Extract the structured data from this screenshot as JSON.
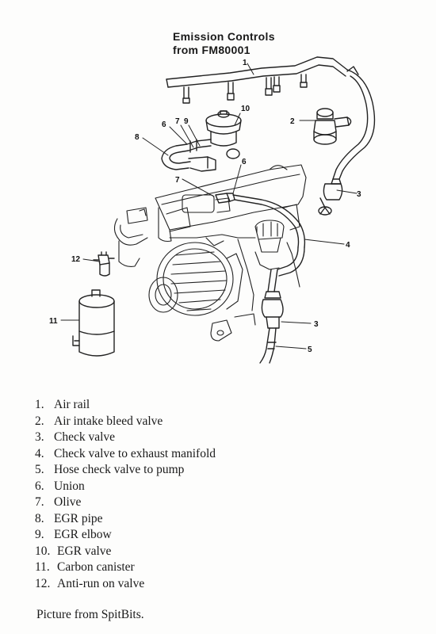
{
  "title": {
    "line1": "Emission Controls",
    "line2": "from FM80001"
  },
  "callouts": [
    "1",
    "2",
    "3",
    "4",
    "3",
    "5",
    "6",
    "6",
    "7",
    "7",
    "9",
    "8",
    "10",
    "11",
    "12"
  ],
  "legend": [
    {
      "num": "1.",
      "label": "Air rail"
    },
    {
      "num": "2.",
      "label": "Air intake bleed valve"
    },
    {
      "num": "3.",
      "label": "Check valve"
    },
    {
      "num": "4.",
      "label": "Check valve to exhaust manifold"
    },
    {
      "num": "5.",
      "label": "Hose check valve to pump"
    },
    {
      "num": "6.",
      "label": "Union"
    },
    {
      "num": "7.",
      "label": "Olive"
    },
    {
      "num": "8.",
      "label": "EGR pipe"
    },
    {
      "num": "9.",
      "label": "EGR elbow"
    },
    {
      "num": "10.",
      "label": "EGR valve"
    },
    {
      "num": "11.",
      "label": "Carbon canister"
    },
    {
      "num": "12.",
      "label": "Anti-run on valve"
    }
  ],
  "credit": "Picture from SpitBits."
}
